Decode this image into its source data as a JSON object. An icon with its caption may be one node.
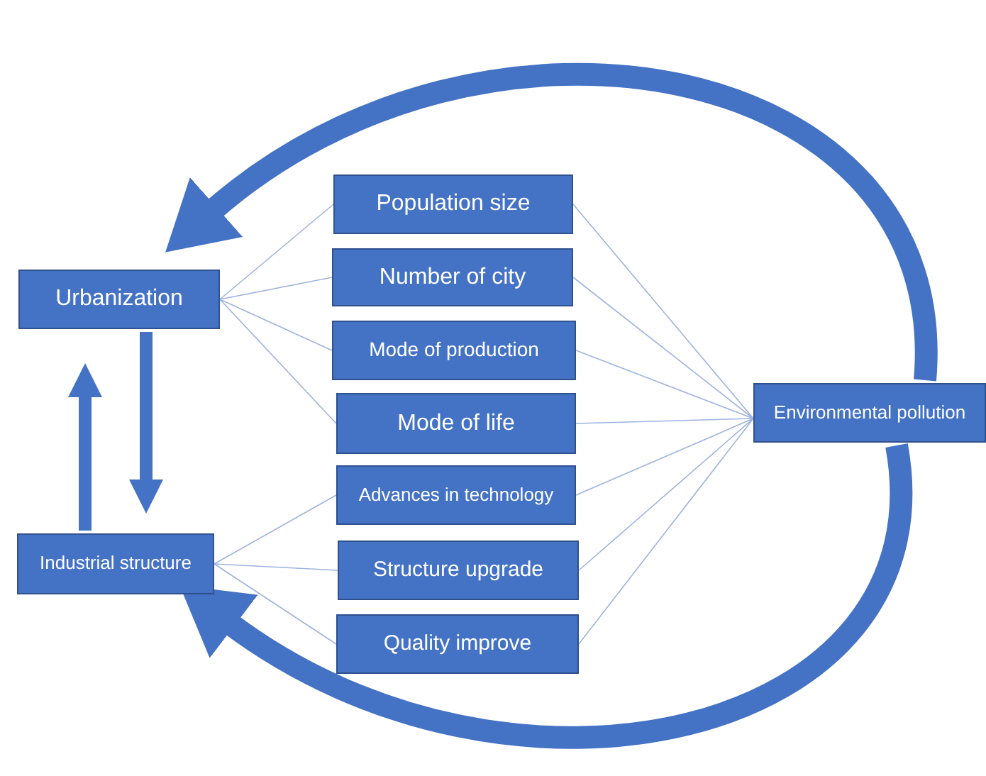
{
  "diagram": {
    "nodes": [
      {
        "text": [
          "Urbanization"
        ]
      },
      {
        "text": [
          "Industrial structure"
        ]
      },
      {
        "text": [
          "Population size"
        ]
      },
      {
        "text": [
          "Number of city"
        ]
      },
      {
        "text": [
          "Mode of production"
        ]
      },
      {
        "text": [
          "Mode of life"
        ]
      },
      {
        "text": [
          "Advances in technology"
        ]
      },
      {
        "text": [
          "Structure upgrade"
        ]
      },
      {
        "text": [
          "Quality improve"
        ]
      },
      {
        "text": [
          "Environmental pollution"
        ]
      }
    ],
    "edges": [
      {
        "from": 0,
        "to": 2,
        "arrow": "none"
      },
      {
        "from": 0,
        "to": 3,
        "arrow": "none"
      },
      {
        "from": 0,
        "to": 4,
        "arrow": "none"
      },
      {
        "from": 0,
        "to": 5,
        "arrow": "none"
      },
      {
        "from": 1,
        "to": 6,
        "arrow": "none"
      },
      {
        "from": 1,
        "to": 7,
        "arrow": "none"
      },
      {
        "from": 1,
        "to": 8,
        "arrow": "none"
      },
      {
        "from": 2,
        "to": 9,
        "arrow": "none"
      },
      {
        "from": 3,
        "to": 9,
        "arrow": "none"
      },
      {
        "from": 4,
        "to": 9,
        "arrow": "none"
      },
      {
        "from": 5,
        "to": 9,
        "arrow": "none"
      },
      {
        "from": 6,
        "to": 9,
        "arrow": "none"
      },
      {
        "from": 7,
        "to": 9,
        "arrow": "none"
      },
      {
        "from": 8,
        "to": 9,
        "arrow": "none"
      },
      {
        "from": 1,
        "to": 0,
        "arrow": "to",
        "style": "thick"
      },
      {
        "from": 0,
        "to": 1,
        "arrow": "to",
        "style": "thick"
      },
      {
        "from": 9,
        "to": 0,
        "arrow": "to",
        "style": "thick"
      },
      {
        "from": 9,
        "to": 1,
        "arrow": "to",
        "style": "thick"
      }
    ]
  }
}
